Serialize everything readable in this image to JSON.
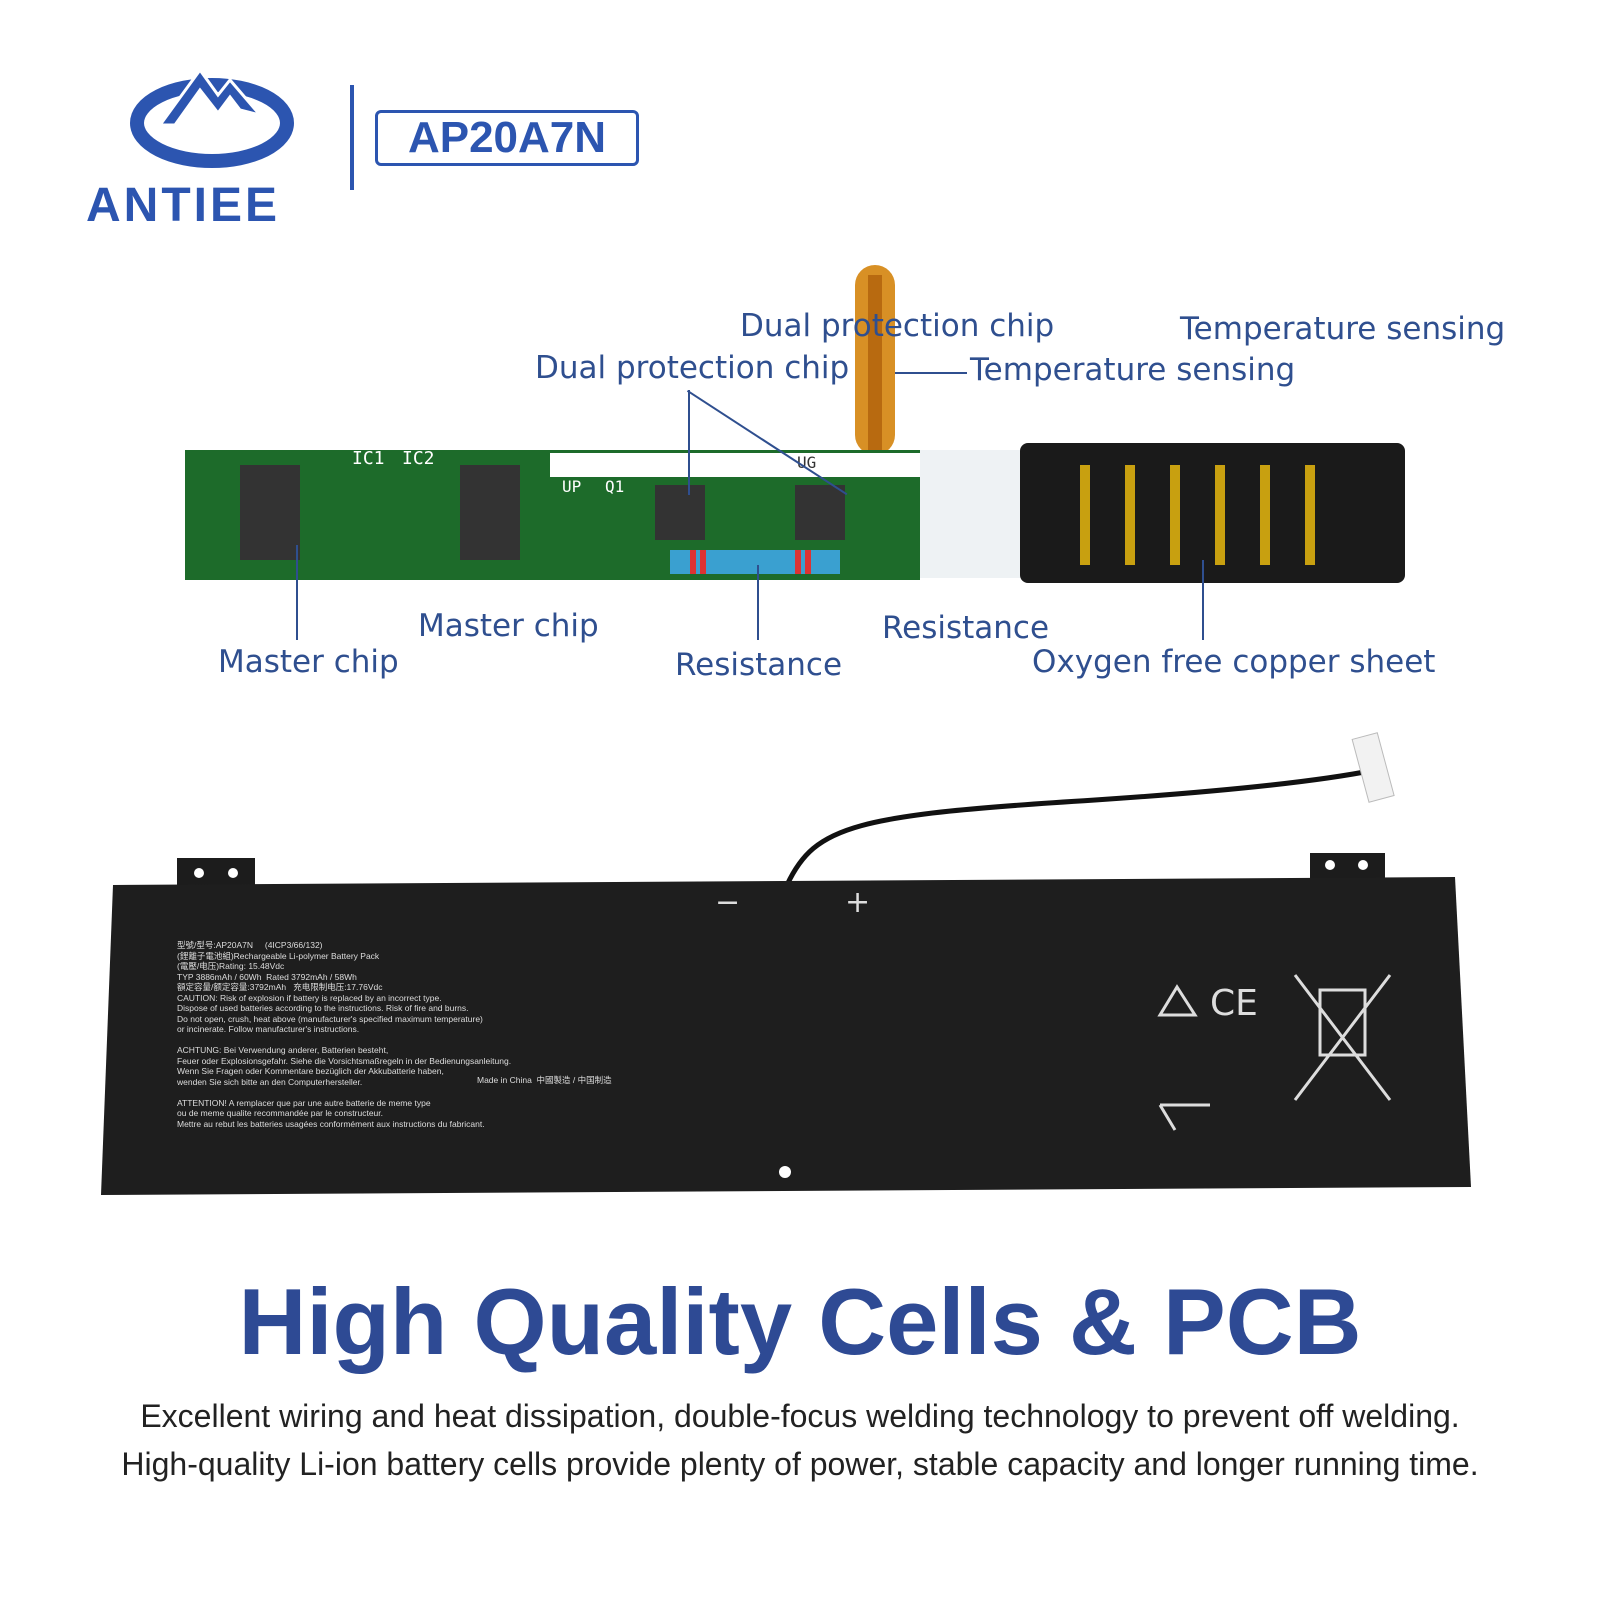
{
  "brand": {
    "name": "ANTIEE",
    "model": "AP20A7N"
  },
  "callouts": {
    "dual_protection_1": "Dual protection chip",
    "dual_protection_2": "Dual protection chip",
    "temperature_1": "Temperature sensing",
    "temperature_2": "Temperature sensing",
    "master_chip_1": "Master chip",
    "master_chip_2": "Master chip",
    "resistance_1": "Resistance",
    "resistance_2": "Resistance",
    "copper_sheet": "Oxygen free copper sheet"
  },
  "pcb": {
    "marks": [
      "IC1",
      "IC2",
      "UP",
      "Q1",
      "UG"
    ]
  },
  "battery": {
    "minus": "−",
    "plus": "+",
    "label_left": "型號/型号:AP20A7N     (4ICP3/66/132)\n(鋰離子電池組)Rechargeable Li-polymer Battery Pack\n(電壓/电压)Rating: 15.48Vdc\nTYP 3886mAh / 60Wh  Rated 3792mAh / 58Wh\n額定容量/额定容量:3792mAh   充电限制电压:17.76Vdc\nCAUTION: Risk of explosion if battery is replaced by an incorrect type.\nDispose of used batteries according to the instructions. Risk of fire and burns.\nDo not open, crush, heat above (manufacturer's specified maximum temperature)\nor incinerate. Follow manufacturer's instructions.\n\nACHTUNG: Bei Verwendung anderer, Batterien besteht,\nFeuer oder Explosionsgefahr. Siehe die Vorsichtsmaßregeln in der Bedienungsanleitung.\nWenn Sie Fragen oder Kommentare bezüglich der Akkubatterie haben,\nwenden Sie sich bitte an den Computerhersteller.\n\nATTENTION! A remplacer que par une autre batterie de meme type\nou de meme qualite recommandée par le constructeur.\nMettre au rebut les batteries usagées conformément aux instructions du fabricant.",
    "label_mid": "Made in China  中國製造 / 中国制造"
  },
  "headline": "High Quality Cells & PCB",
  "description": [
    "Excellent wiring and heat dissipation, double-focus welding technology to prevent off welding.",
    "High-quality Li-ion battery cells provide plenty of power, stable capacity and longer running time."
  ]
}
